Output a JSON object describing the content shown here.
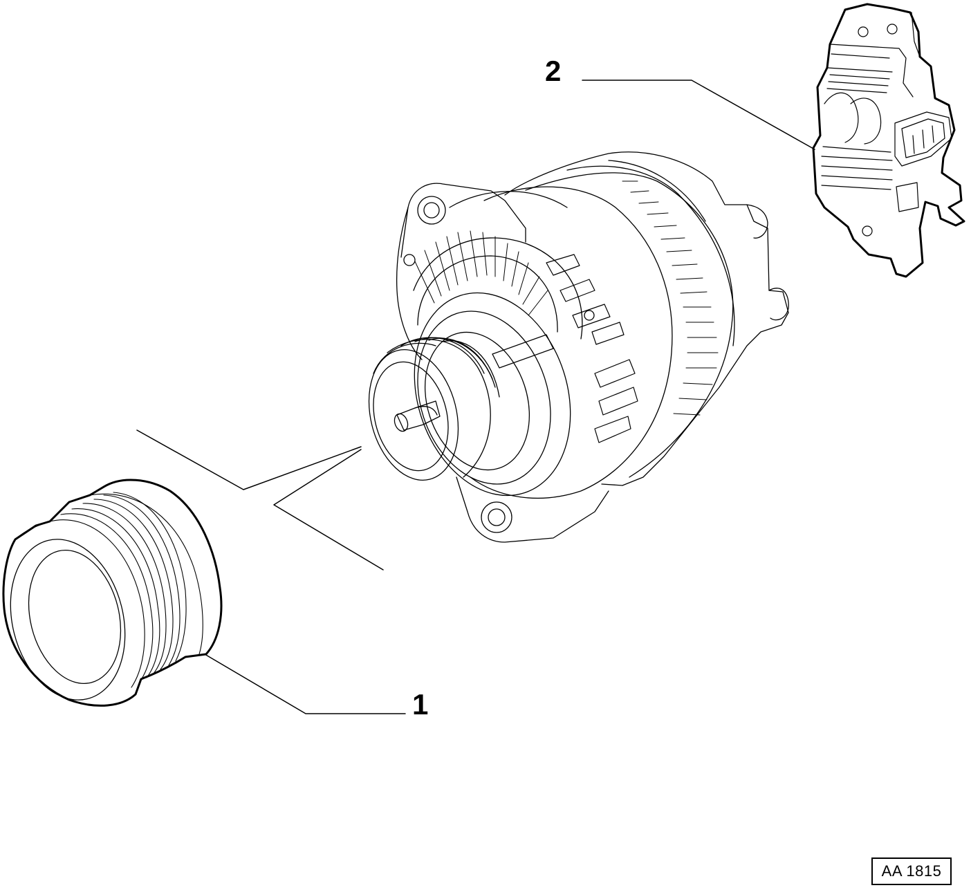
{
  "callouts": [
    {
      "label": "1",
      "part": "pulley"
    },
    {
      "label": "2",
      "part": "voltage-regulator"
    }
  ],
  "reference_code": "AA 1815",
  "colors": {
    "line": "#000000",
    "background": "#ffffff"
  }
}
